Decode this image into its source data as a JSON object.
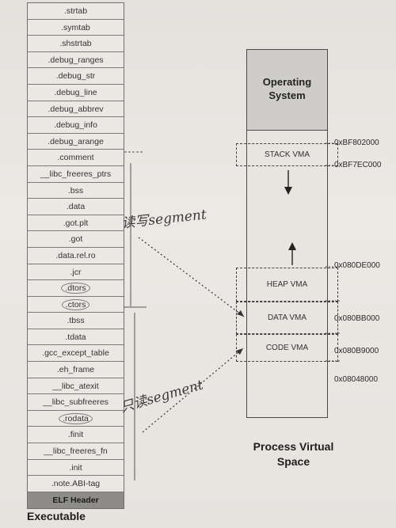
{
  "sections": [
    {
      "label": ".strtab"
    },
    {
      "label": ".symtab"
    },
    {
      "label": ".shstrtab"
    },
    {
      "label": ".debug_ranges"
    },
    {
      "label": ".debug_str"
    },
    {
      "label": ".debug_line"
    },
    {
      "label": ".debug_abbrev"
    },
    {
      "label": ".debug_info"
    },
    {
      "label": ".debug_arange"
    },
    {
      "label": ".comment"
    },
    {
      "label": "__libc_freeres_ptrs"
    },
    {
      "label": ".bss"
    },
    {
      "label": ".data"
    },
    {
      "label": ".got.plt"
    },
    {
      "label": ".got"
    },
    {
      "label": ".data.rel.ro"
    },
    {
      "label": ".jcr"
    },
    {
      "label": ".dtors",
      "circled": true
    },
    {
      "label": ".ctors",
      "circled": true
    },
    {
      "label": ".tbss"
    },
    {
      "label": ".tdata"
    },
    {
      "label": ".gcc_except_table"
    },
    {
      "label": ".eh_frame"
    },
    {
      "label": "__libc_atexit"
    },
    {
      "label": "__libc_subfreeres"
    },
    {
      "label": ".rodata",
      "circled": true
    },
    {
      "label": ".finit"
    },
    {
      "label": "__libc_freeres_fn"
    },
    {
      "label": ".init"
    },
    {
      "label": ".note.ABI-tag"
    },
    {
      "label": "ELF Header",
      "header": true
    }
  ],
  "executable_caption": "Executable",
  "process_space": {
    "os_label_line1": "Operating",
    "os_label_line2": "System",
    "stack_vma": "STACK VMA",
    "heap_vma": "HEAP VMA",
    "data_vma": "DATA VMA",
    "code_vma": "CODE VMA",
    "caption_line1": "Process Virtual",
    "caption_line2": "Space"
  },
  "addresses": {
    "stack_top": "0xBF802000",
    "stack_bottom": "0xBF7EC000",
    "heap_top": "0x080DE000",
    "data_top": "0x080BB000",
    "code_top": "0x080B9000",
    "code_bottom": "0x08048000"
  },
  "annotations": {
    "rw_segment": "读写segment",
    "ro_segment": "只读segment"
  }
}
